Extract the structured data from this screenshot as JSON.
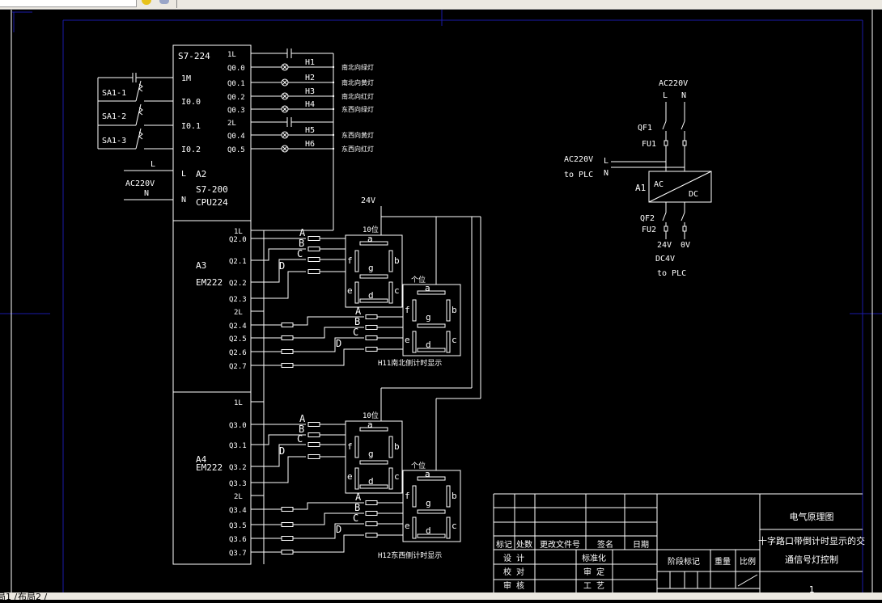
{
  "window": {
    "layout_tabs": [
      "局1 /",
      "布局2 /"
    ]
  },
  "colors": {
    "background": "#000000",
    "line": "#ffffff",
    "frame": "#1a1aa8"
  },
  "cpu": {
    "model": "S7-224",
    "id": "A2",
    "family": "S7-200",
    "type": "CPU224",
    "inputs": [
      "1M",
      "I0.0",
      "I0.1",
      "I0.2"
    ],
    "power_terminals": [
      "L",
      "N"
    ],
    "switches": [
      "SA1-1",
      "SA1-2",
      "SA1-3"
    ],
    "supply": {
      "L": "L",
      "voltage": "AC220V",
      "N": "N"
    },
    "outputs": [
      {
        "terminal": "1L"
      },
      {
        "terminal": "Q0.0",
        "lamp": "H1",
        "label": "南北向绿灯"
      },
      {
        "terminal": "Q0.1",
        "lamp": "H2",
        "label": "南北向黄灯"
      },
      {
        "terminal": "Q0.2",
        "lamp": "H3",
        "label": "南北向红灯"
      },
      {
        "terminal": "Q0.3",
        "lamp": "H4",
        "label": "东西向绿灯"
      },
      {
        "terminal": "2L"
      },
      {
        "terminal": "Q0.4",
        "lamp": "H5",
        "label": "东西向黄灯"
      },
      {
        "terminal": "Q0.5",
        "lamp": "H6",
        "label": "东西向红灯"
      }
    ]
  },
  "supply_24v": "24V",
  "modules": [
    {
      "id": "A3",
      "model": "EM222",
      "terminals": [
        "1L",
        "Q2.0",
        "Q2.1",
        "Q2.2",
        "Q2.3",
        "2L",
        "Q2.4",
        "Q2.5",
        "Q2.6",
        "Q2.7"
      ],
      "caption": "H11南北侧计时显示"
    },
    {
      "id": "A4",
      "model": "EM222",
      "terminals": [
        "1L",
        "Q3.0",
        "Q3.1",
        "Q3.2",
        "Q3.3",
        "2L",
        "Q3.4",
        "Q3.5",
        "Q3.6",
        "Q3.7"
      ],
      "caption": "H12东西侧计时显示"
    }
  ],
  "display": {
    "tens": "10位",
    "ones": "个位",
    "bcd": [
      "A",
      "B",
      "C",
      "D"
    ],
    "segments": [
      "a",
      "b",
      "c",
      "d",
      "e",
      "f",
      "g"
    ]
  },
  "power": {
    "source": "AC220V",
    "L": "L",
    "N": "N",
    "breaker1": "QF1",
    "fuse1": "FU1",
    "plc_feed": "AC220V",
    "plc_feed_to": "to PLC",
    "converter": "A1",
    "ac": "AC",
    "dc": "DC",
    "breaker2": "QF2",
    "fuse2": "FU2",
    "out_pos": "24V",
    "out_neg": "0V",
    "out_label": "DC4V",
    "out_to": "to PLC"
  },
  "title_block": {
    "headers": [
      "标记",
      "处数",
      "更改文件号",
      "签名",
      "日期"
    ],
    "roles_left": [
      "设  计",
      "校  对",
      "审  核"
    ],
    "roles_mid": [
      "标准化",
      "审  定",
      "工  艺"
    ],
    "stage": "阶段标记",
    "weight": "重量",
    "scale": "比例",
    "drawing_type": "电气原理图",
    "title_line1": "十字路口带倒计时显示的交",
    "title_line2": "通信号灯控制",
    "sheet": "1"
  }
}
